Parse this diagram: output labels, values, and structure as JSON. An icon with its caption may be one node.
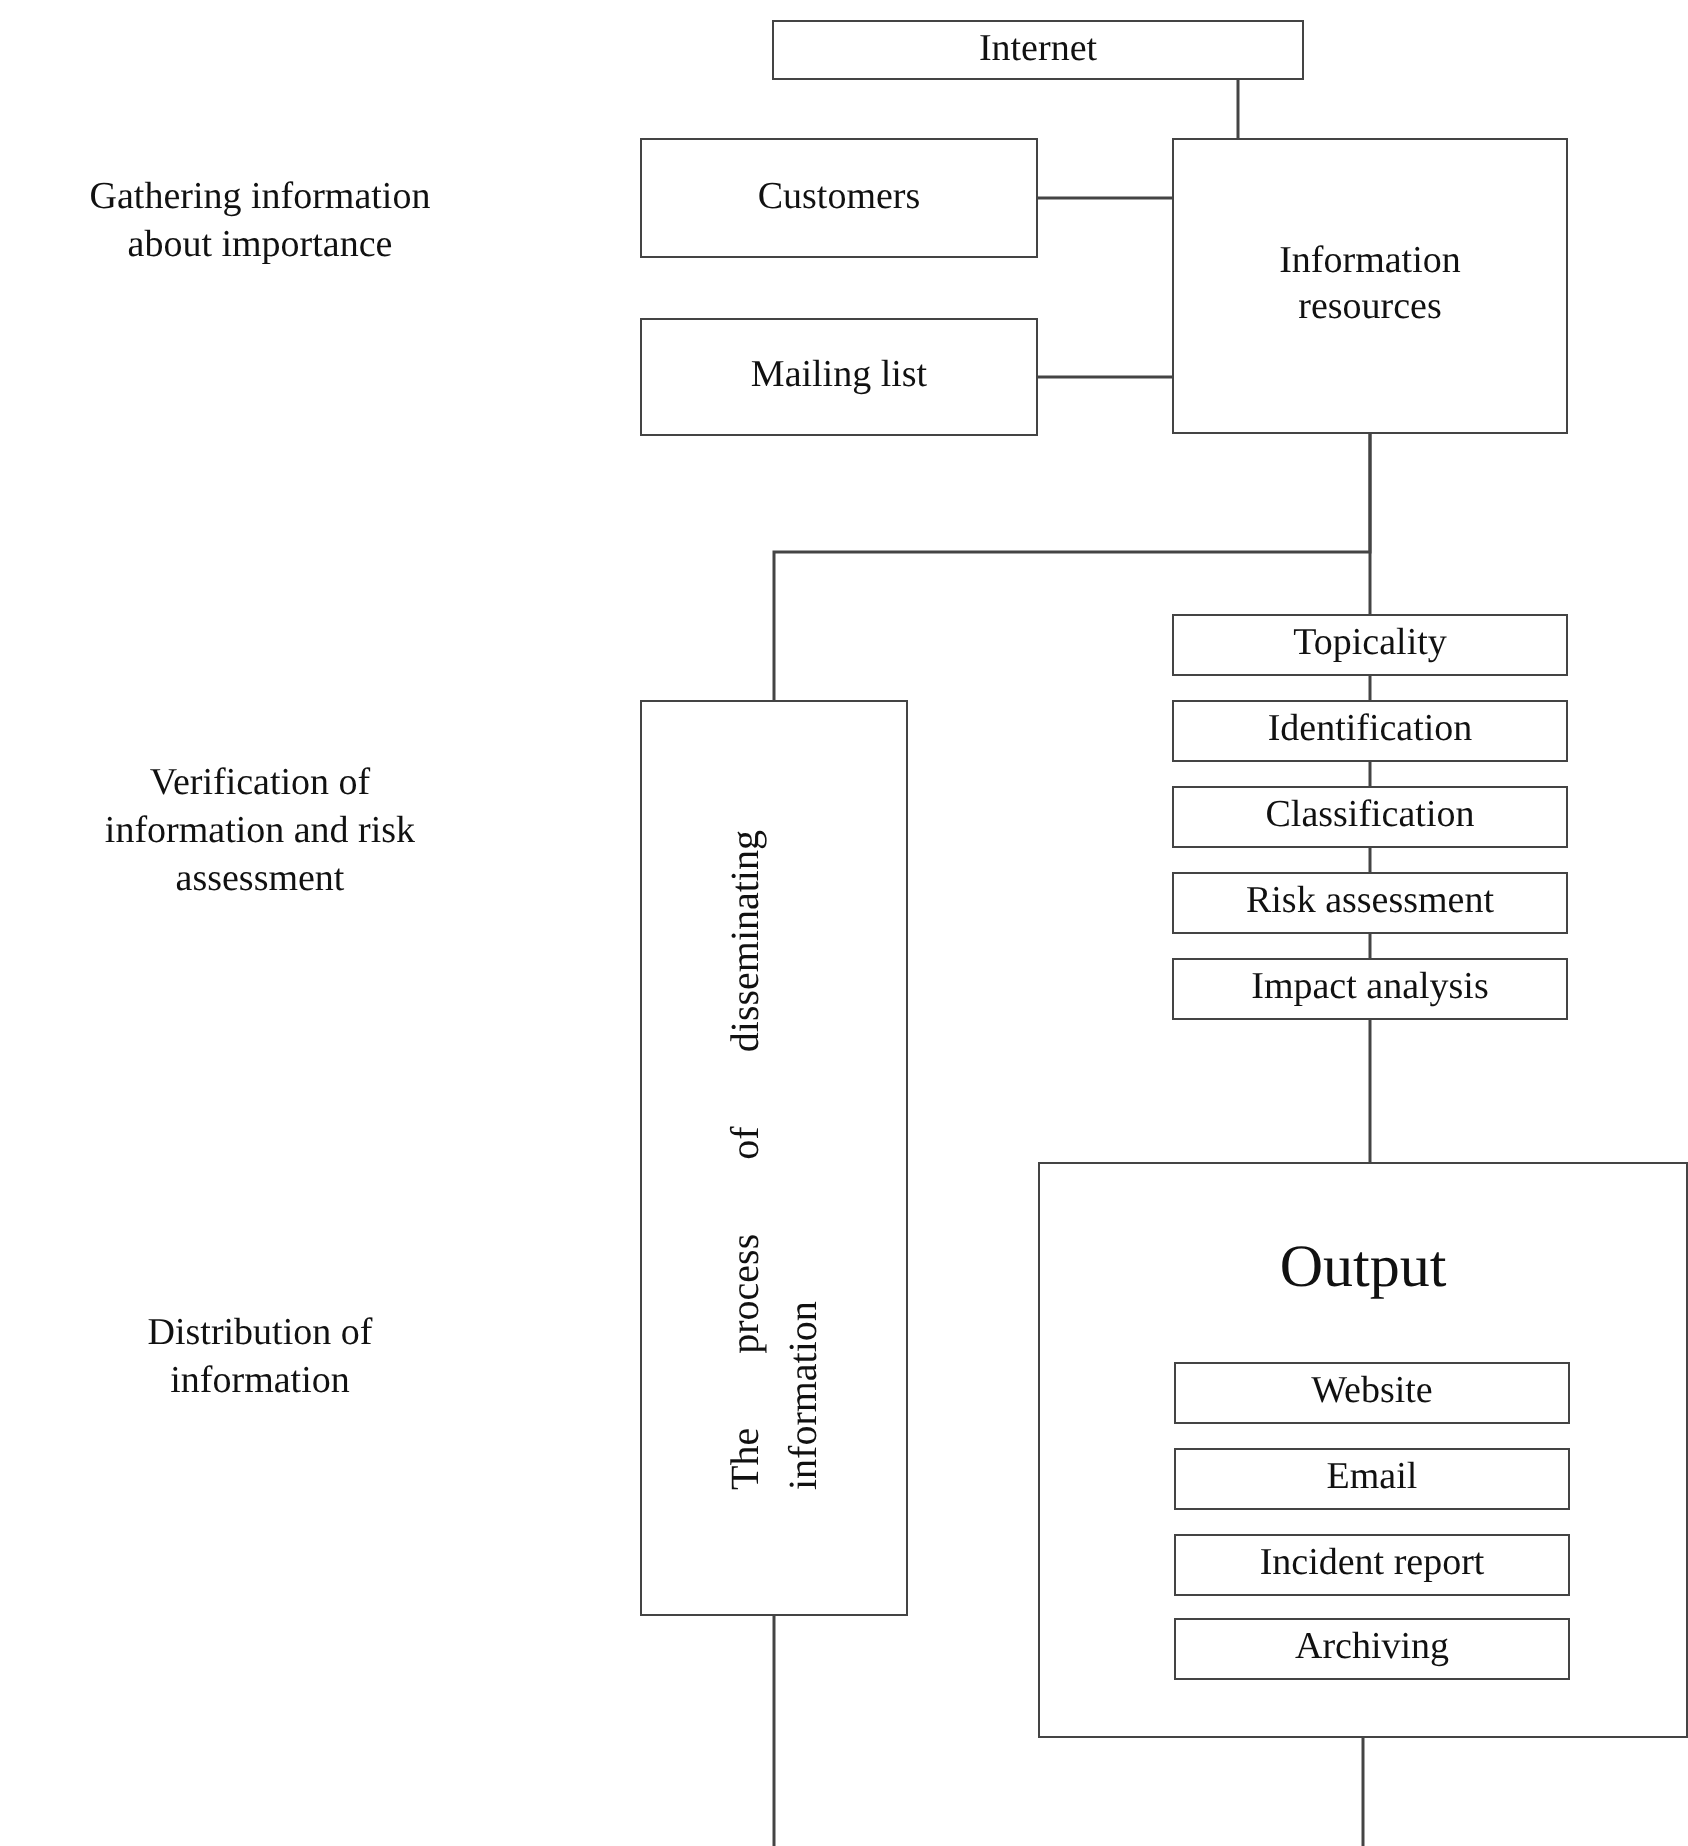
{
  "diagram": {
    "nodes": [
      {
        "text": [
          "Internet"
        ]
      },
      {
        "text": [
          "Customers"
        ]
      },
      {
        "text": [
          "Information resources"
        ]
      },
      {
        "text": [
          "Mailing list"
        ]
      },
      {
        "text": [
          "Topicality"
        ]
      },
      {
        "text": [
          "Identification"
        ]
      },
      {
        "text": [
          "Classification"
        ]
      },
      {
        "text": [
          "Risk assessment"
        ]
      },
      {
        "text": [
          "Impact analysis"
        ]
      },
      {
        "text": [
          "The process of disseminating information"
        ]
      },
      {
        "text": [
          "Output"
        ]
      },
      {
        "text": [
          "Website"
        ],
        "in": 10
      },
      {
        "text": [
          "Email"
        ],
        "in": 10
      },
      {
        "text": [
          "Incident report"
        ],
        "in": 10
      },
      {
        "text": [
          "Archiving"
        ],
        "in": 10
      }
    ],
    "edges": [
      {
        "from": 0,
        "to": 2,
        "arrow": "none"
      },
      {
        "from": 1,
        "to": 2,
        "arrow": "none"
      },
      {
        "from": 3,
        "to": 2,
        "arrow": "none"
      },
      {
        "from": 2,
        "to": 4,
        "arrow": "none"
      },
      {
        "from": 2,
        "to": 9,
        "arrow": "none"
      },
      {
        "from": 4,
        "to": 5,
        "arrow": "none"
      },
      {
        "from": 5,
        "to": 6,
        "arrow": "none"
      },
      {
        "from": 6,
        "to": 7,
        "arrow": "none"
      },
      {
        "from": 7,
        "to": 8,
        "arrow": "none"
      },
      {
        "from": 8,
        "to": 10,
        "arrow": "none"
      },
      {
        "from": 9,
        "to": null,
        "arrow": "none"
      },
      {
        "from": 10,
        "to": null,
        "arrow": "none"
      }
    ],
    "labels": [
      "Gathering information about importance",
      "Verification of information and risk assessment",
      "Distribution of information"
    ]
  }
}
